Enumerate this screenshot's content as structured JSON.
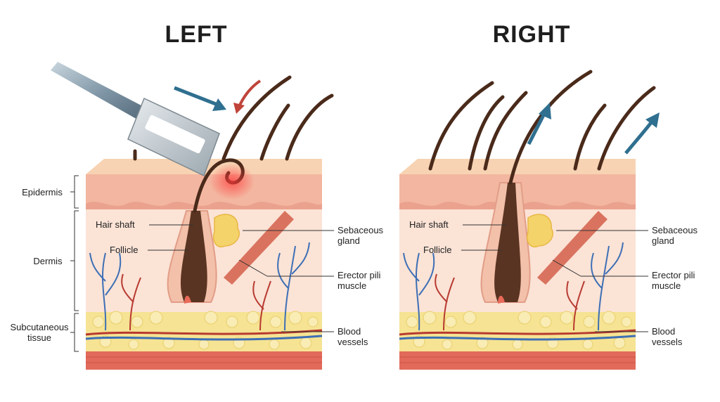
{
  "left_panel": {
    "title": "LEFT",
    "labels": {
      "hair_shaft": "Hair shaft",
      "follicle": "Follicle",
      "sebaceous_gland": "Sebaceous\ngland",
      "erector_pili": "Erector pili\nmuscle",
      "blood_vessels": "Blood\nvessels"
    }
  },
  "right_panel": {
    "title": "RIGHT",
    "labels": {
      "hair_shaft": "Hair shaft",
      "follicle": "Follicle",
      "sebaceous_gland": "Sebaceous\ngland",
      "erector_pili": "Erector pili\nmuscle",
      "blood_vessels": "Blood\nvessels"
    }
  },
  "layers": {
    "epidermis": "Epidermis",
    "dermis": "Dermis",
    "subcutaneous": "Subcutaneous\ntissue"
  },
  "colors": {
    "skin_top": "#f6cba6",
    "epidermis": "#f4b7a0",
    "dermis": "#fbe2d4",
    "fat": "#f5e08c",
    "base": "#e36a5a",
    "hair": "#4a2a1a",
    "arrow": "#2f6f8f",
    "arrow_red": "#c0443a",
    "vein_blue": "#3d6fb5",
    "vein_red": "#b83a30"
  }
}
